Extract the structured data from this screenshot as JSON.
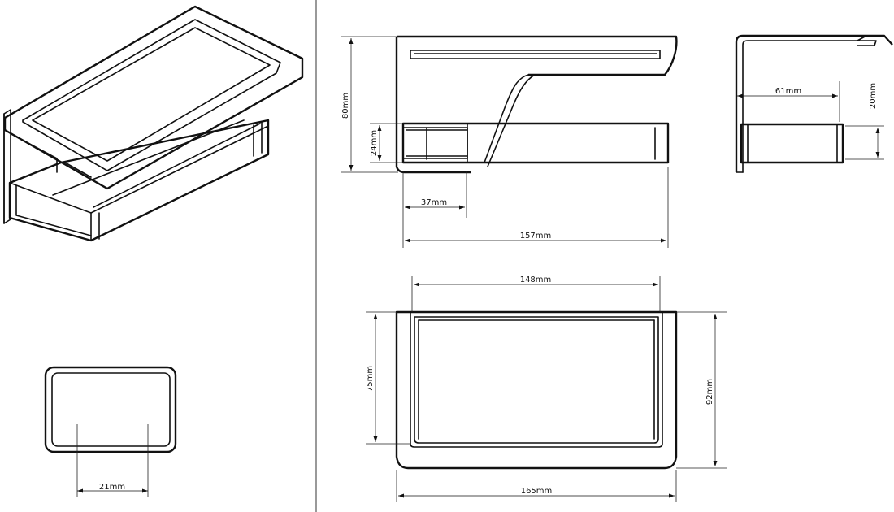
{
  "dimensions": {
    "side_height": "80mm",
    "side_arm_height": "24mm",
    "side_arm_offset": "37mm",
    "side_length": "157mm",
    "end_depth": "61mm",
    "end_arm_height": "20mm",
    "section_width": "21mm",
    "top_inner_width": "148mm",
    "top_inner_depth": "75mm",
    "top_depth": "92mm",
    "top_width": "165mm"
  },
  "icons": {
    "dim_arrow": "arrowhead"
  }
}
